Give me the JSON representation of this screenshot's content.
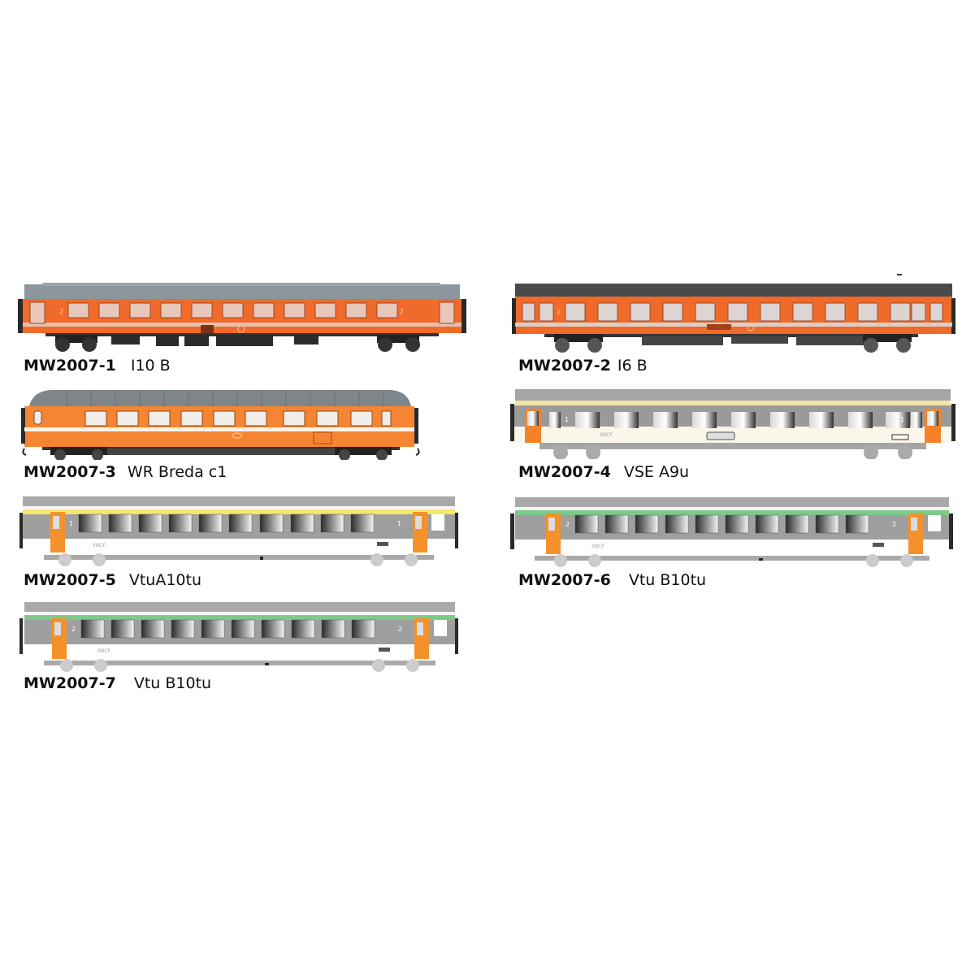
{
  "catalog": {
    "items": [
      {
        "code": "MW2007-1",
        "type": "I10 B",
        "livery": "sncb-orange",
        "roof": "#8c969d",
        "body": "#f06a2a",
        "stripe": "#e6c0ad",
        "window": "#e8c7bb",
        "door": "#f06a2a",
        "windows": 11
      },
      {
        "code": "MW2007-2",
        "type": "I6 B",
        "livery": "sncb-orange",
        "roof": "#4a4a4a",
        "body": "#f06a2a",
        "stripe": "#d9cfcb",
        "window": "#dcd4d2",
        "door": "#f06a2a",
        "windows": 13
      },
      {
        "code": "MW2007-3",
        "type": "WR Breda c1",
        "livery": "sncb-restaurant",
        "roof": "#7e868b",
        "body": "#f58532",
        "stripe": "#fff3e6",
        "window": "#f0ece8",
        "door": "#f58532",
        "windows": 9
      },
      {
        "code": "MW2007-4",
        "type": "VSE A9u",
        "livery": "sncf-corail-first",
        "roof": "#a5a5a5",
        "body": "#fbf6ea",
        "stripe": "#f3e4a8",
        "window": "#bdbdbd",
        "door": "#f5822a",
        "windows": 10
      },
      {
        "code": "MW2007-5",
        "type": "VtuA10tu",
        "livery": "sncf-corail-first",
        "roof": "#a9a9a9",
        "body": "#ffffff",
        "stripe": "#f6e66a",
        "window": "#a8a8a8",
        "door": "#f4912a",
        "windows": 10
      },
      {
        "code": "MW2007-6",
        "type": "Vtu B10tu",
        "livery": "sncf-corail-second",
        "roof": "#a9a9a9",
        "body": "#ffffff",
        "stripe": "#7cc98a",
        "window": "#a8a8a8",
        "door": "#f4912a",
        "windows": 10
      },
      {
        "code": "MW2007-7",
        "type": "Vtu B10tu",
        "livery": "sncf-corail-second",
        "roof": "#a9a9a9",
        "body": "#ffffff",
        "stripe": "#7cc98a",
        "window": "#a8a8a8",
        "door": "#f4912a",
        "windows": 10
      }
    ]
  }
}
